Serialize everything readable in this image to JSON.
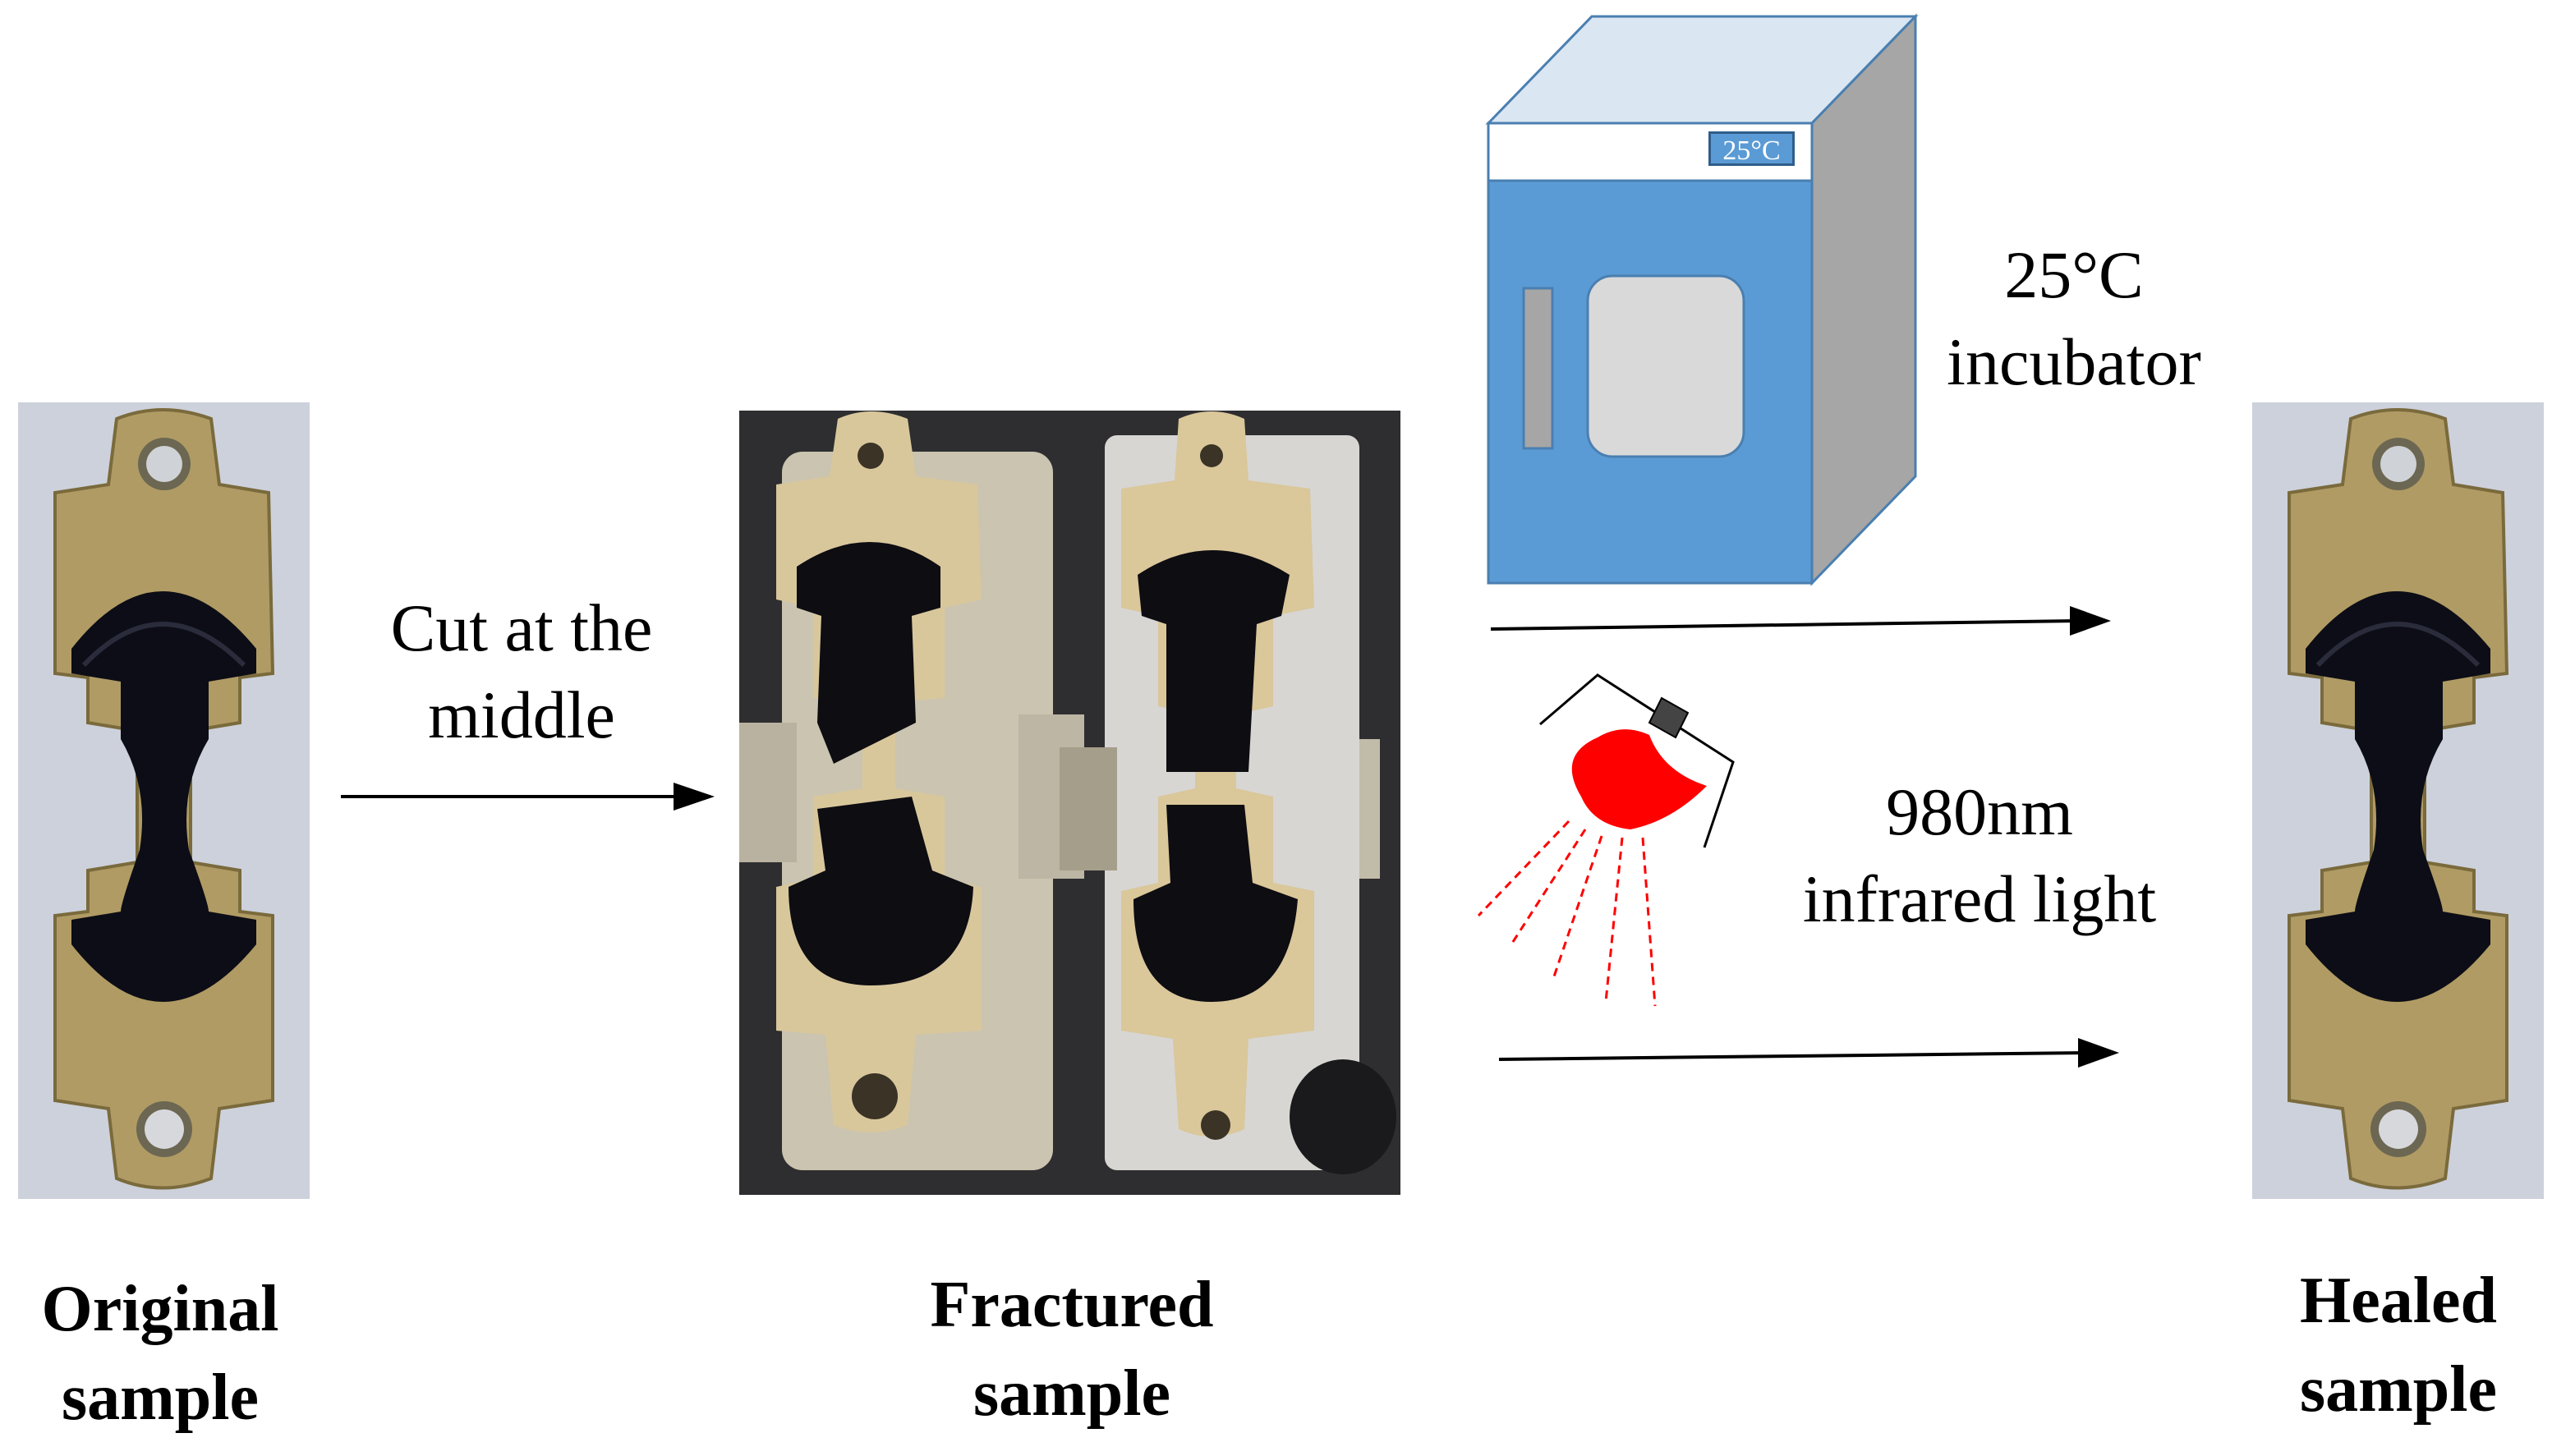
{
  "steps": {
    "original": {
      "line1": "Original",
      "line2": "sample"
    },
    "cut": {
      "line1": "Cut at the",
      "line2": "middle"
    },
    "fractured": {
      "line1": "Fractured",
      "line2": "sample"
    },
    "incubator": {
      "line1": "25°C",
      "line2": "incubator",
      "display": "25°C"
    },
    "infrared": {
      "line1": "980nm",
      "line2": "infrared light"
    },
    "healed": {
      "line1": "Healed",
      "line2": "sample"
    }
  },
  "colors": {
    "sample_brass": "#b39f6a",
    "sample_black": "#0d0d14",
    "photo_bg": "#c9cfda",
    "fracture_bg": "#2f2f31",
    "incubator_front": "#5b9bd5",
    "incubator_side": "#a6a6a6",
    "incubator_top": "#dbe7f3",
    "lamp_red": "#ff0000"
  },
  "icons": {
    "original": "specimen-photo",
    "fractured": "fractured-specimen-photo",
    "healed": "specimen-photo",
    "incubator": "incubator-icon",
    "lamp": "infrared-lamp-icon"
  }
}
